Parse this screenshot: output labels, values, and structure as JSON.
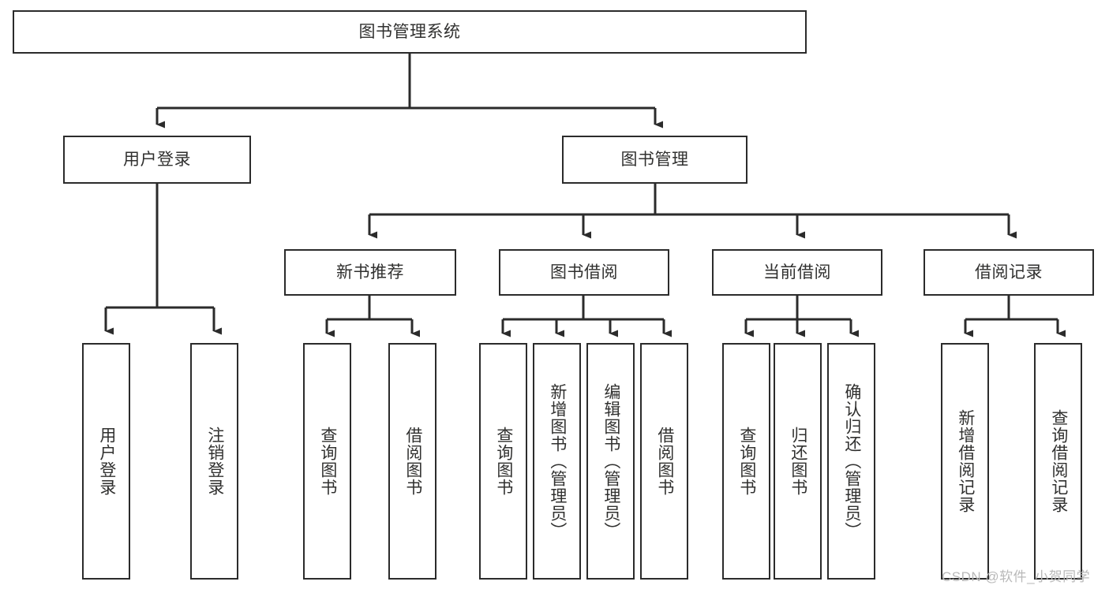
{
  "diagram": {
    "title": "图书管理系统",
    "type": "tree-hierarchy-diagram",
    "colors": {
      "stroke": "#2b2b2b",
      "fill": "#ffffff",
      "text": "#30302f",
      "watermark": "#b9b9b9"
    },
    "root": {
      "label": "图书管理系统",
      "orientation": "horizontal"
    },
    "level2": [
      {
        "label": "用户登录",
        "orientation": "horizontal"
      },
      {
        "label": "图书管理",
        "orientation": "horizontal"
      }
    ],
    "level3": [
      {
        "label": "新书推荐",
        "orientation": "horizontal"
      },
      {
        "label": "图书借阅",
        "orientation": "horizontal"
      },
      {
        "label": "当前借阅",
        "orientation": "horizontal"
      },
      {
        "label": "借阅记录",
        "orientation": "horizontal"
      }
    ],
    "leaves": {
      "user_login": [
        {
          "label": "用户登录",
          "orientation": "vertical"
        },
        {
          "label": "注销登录",
          "orientation": "vertical"
        }
      ],
      "new_book_recommend": [
        {
          "label": "查询图书",
          "orientation": "vertical"
        },
        {
          "label": "借阅图书",
          "orientation": "vertical"
        }
      ],
      "book_borrow": [
        {
          "label": "查询图书",
          "orientation": "vertical"
        },
        {
          "label": "新增图书（管理员）",
          "orientation": "vertical"
        },
        {
          "label": "编辑图书（管理员）",
          "orientation": "vertical"
        },
        {
          "label": "借阅图书",
          "orientation": "vertical"
        }
      ],
      "current_borrow": [
        {
          "label": "查询图书",
          "orientation": "vertical"
        },
        {
          "label": "归还图书",
          "orientation": "vertical"
        },
        {
          "label": "确认归还（管理员）",
          "orientation": "vertical"
        }
      ],
      "borrow_record": [
        {
          "label": "新增借阅记录",
          "orientation": "vertical"
        },
        {
          "label": "查询借阅记录",
          "orientation": "vertical"
        }
      ]
    },
    "watermark": "CSDN @软件_小贺同学"
  }
}
